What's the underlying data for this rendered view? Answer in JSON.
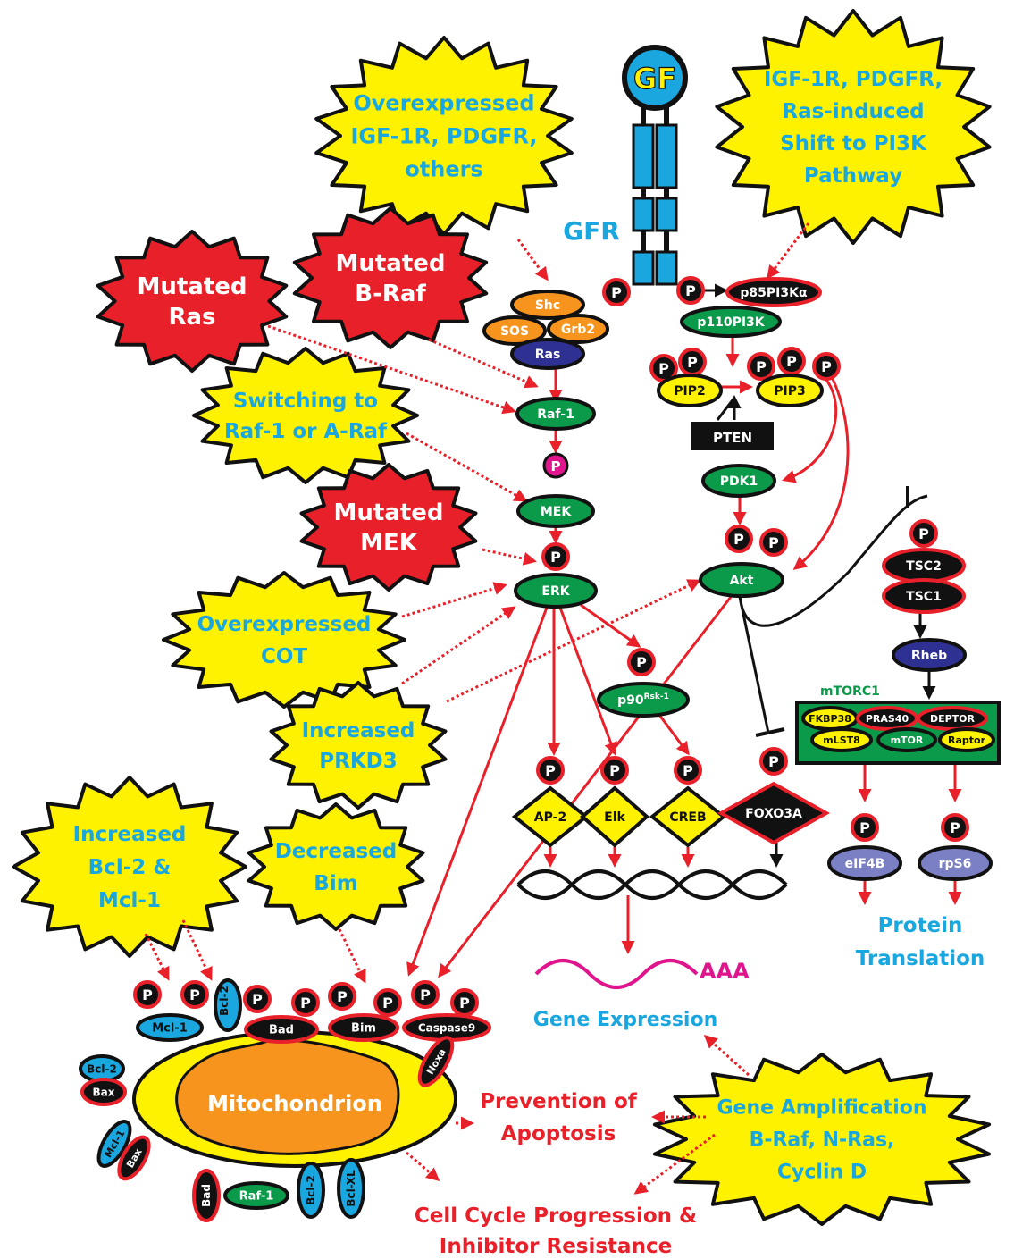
{
  "receptor": {
    "ligand": "GF",
    "name": "GFR"
  },
  "phospho": "P",
  "bursts": {
    "overexpressed_rtk": [
      "Overexpressed",
      "IGF-1R, PDGFR,",
      "others"
    ],
    "pi3k_shift": [
      "IGF-1R, PDGFR,",
      "Ras-induced",
      "Shift to PI3K",
      "Pathway"
    ],
    "mutated_ras": [
      "Mutated",
      "Ras"
    ],
    "mutated_braf": [
      "Mutated",
      "B-Raf"
    ],
    "switching_raf": [
      "Switching to",
      "Raf-1 or A-Raf"
    ],
    "mutated_mek": [
      "Mutated",
      "MEK"
    ],
    "overexpressed_cot": [
      "Overexpressed",
      "COT"
    ],
    "increased_prkd3": [
      "Increased",
      "PRKD3"
    ],
    "increased_bcl2": [
      "Increased",
      "Bcl-2 &",
      "Mcl-1"
    ],
    "decreased_bim": [
      "Decreased",
      "Bim"
    ],
    "gene_amplification": [
      "Gene Amplification",
      "B-Raf, N-Ras,",
      "Cyclin D"
    ]
  },
  "mapk_pathway": {
    "shc": "Shc",
    "sos": "SOS",
    "grb2": "Grb2",
    "ras": "Ras",
    "raf1": "Raf-1",
    "mek": "MEK",
    "erk": "ERK",
    "p90_base": "p90",
    "p90_sup": "Rsk-1"
  },
  "pi3k_pathway": {
    "p85": "p85PI3Kα",
    "p110": "p110PI3K",
    "pip2": "PIP2",
    "pip3": "PIP3",
    "pten": "PTEN",
    "pdk1": "PDK1",
    "akt": "Akt"
  },
  "mtor_pathway": {
    "tsc2": "TSC2",
    "tsc1": "TSC1",
    "rheb": "Rheb",
    "mtorc1": "mTORC1",
    "fkbp38": "FKBP38",
    "pras40": "PRAS40",
    "deptor": "DEPTOR",
    "mlst8": "mLST8",
    "mtor": "mTOR",
    "raptor": "Raptor",
    "eif4b": "eIF4B",
    "rps6": "rpS6",
    "protein_translation": [
      "Protein",
      "Translation"
    ]
  },
  "transcription": {
    "ap2": "AP-2",
    "elk": "Elk",
    "creb": "CREB",
    "foxo3a": "FOXO3A",
    "poly_a": "AAA",
    "gene_expression": "Gene Expression"
  },
  "mitochondria": {
    "label": "Mitochondrion",
    "mcl1": "Mcl-1",
    "bcl2": "Bcl-2",
    "bad": "Bad",
    "bim": "Bim",
    "caspase9": "Caspase9",
    "noxa": "Noxa",
    "bax": "Bax",
    "raf1": "Raf-1",
    "bclxl": "Bcl-XL"
  },
  "outcomes": {
    "prevention_apoptosis": [
      "Prevention of",
      "Apoptosis"
    ],
    "cell_cycle": [
      "Cell Cycle Progression &",
      "Inhibitor Resistance"
    ]
  },
  "colors": {
    "burst_yellow": "#fff200",
    "burst_red": "#e8202a",
    "text_blue": "#1aa7e0",
    "protein_green": "#0b9a4a",
    "ras_navy": "#2e3192",
    "sos_orange": "#f7941d",
    "pip_yellow": "#fff200",
    "effector_purple": "#7b7fc4",
    "pten_black": "#111111",
    "arrow_red": "#e8202a",
    "mito_orange": "#f7941d",
    "magenta": "#e0148c"
  }
}
